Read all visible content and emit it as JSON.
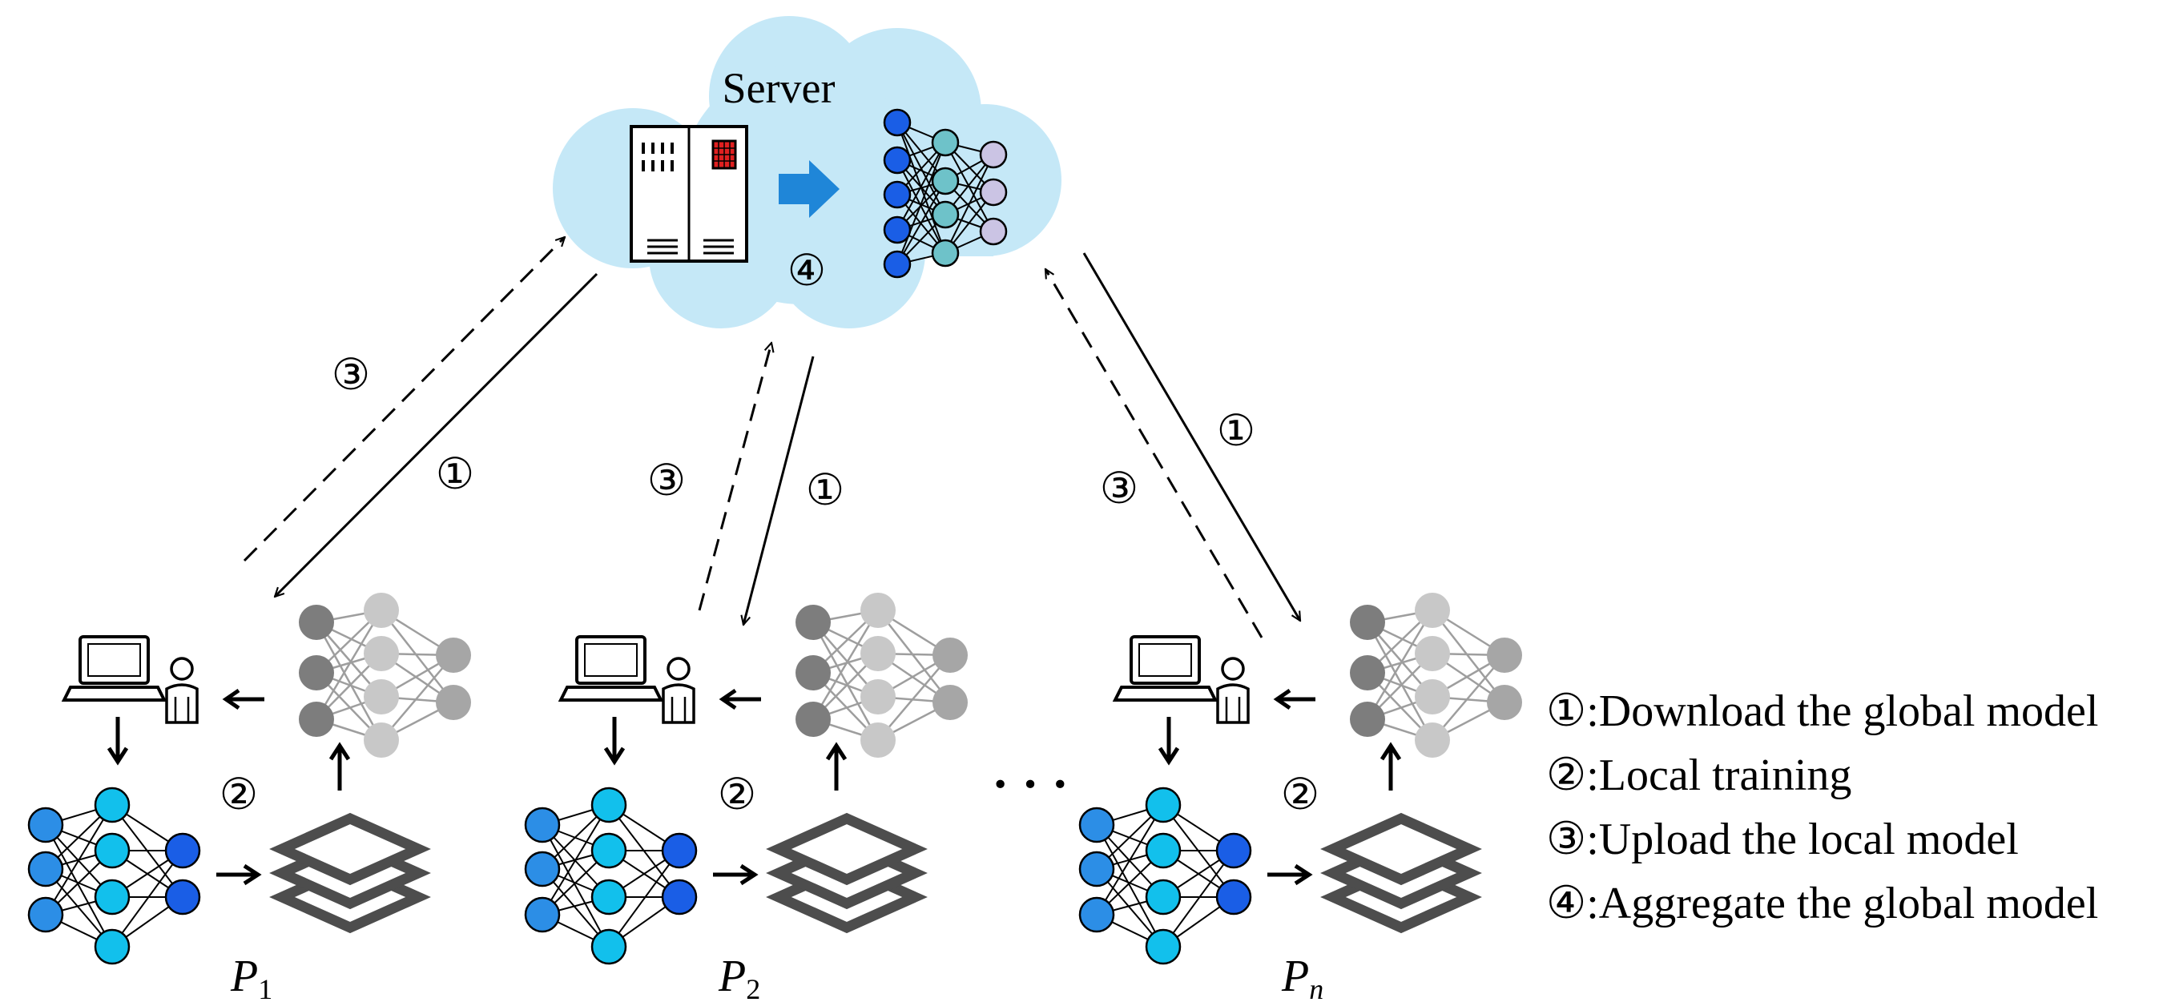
{
  "server": {
    "label": "Server",
    "step_marker": "④"
  },
  "arrow_labels": {
    "p1_download": "①",
    "p1_upload": "③",
    "p2_download": "①",
    "p2_upload": "③",
    "pn_download": "①",
    "pn_upload": "③"
  },
  "participants": [
    {
      "base": "P",
      "sub": "1",
      "step_marker": "②"
    },
    {
      "base": "P",
      "sub": "2",
      "step_marker": "②"
    },
    {
      "base": "P",
      "sub": "n",
      "step_marker": "②"
    }
  ],
  "ellipsis": "· · ·",
  "legend": [
    {
      "marker": "①",
      "text": ":Download the global model"
    },
    {
      "marker": "②",
      "text": ":Local training"
    },
    {
      "marker": "③",
      "text": ":Upload the local model"
    },
    {
      "marker": "④",
      "text": ":Aggregate the global model"
    }
  ],
  "colors": {
    "cloud": "#c5e8f7",
    "server_arrow": "#1f86d8",
    "node_dark_blue": "#1a5ee6",
    "node_blue": "#2c8ee6",
    "node_cyan": "#12c0ec",
    "node_teal": "#6ec2c9",
    "node_lavender": "#cbc4e4",
    "node_gray_dark": "#7d7d7d",
    "node_gray_mid": "#a6a6a6",
    "node_gray_light": "#c8c8c8",
    "stack": "#4d4d4d"
  }
}
